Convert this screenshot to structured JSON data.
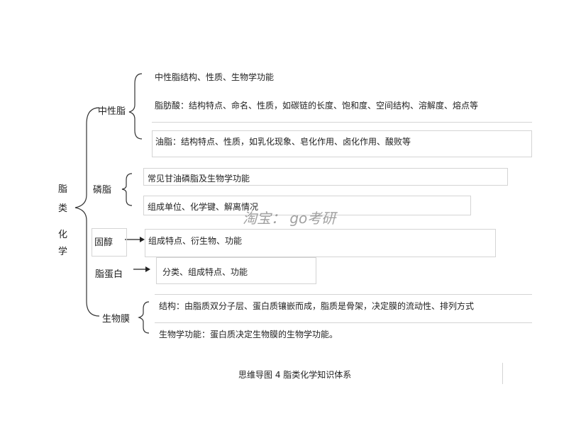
{
  "root": {
    "chars": [
      "脂",
      "类",
      "化",
      "学"
    ]
  },
  "categories": [
    {
      "label": "中性脂",
      "items": [
        "中性脂结构、性质、生物学功能",
        "脂肪酸：结构特点、命名、性质，如碳链的长度、饱和度、空间结构、溶解度、熔点等",
        "油脂：结构特点、性质，如乳化现象、皂化作用、卤化作用、酸败等"
      ]
    },
    {
      "label": "磷脂",
      "items": [
        "常见甘油磷脂及生物学功能",
        "组成单位、化学键、解离情况"
      ]
    },
    {
      "label": "固醇",
      "items": [
        "组成特点、衍生物、功能"
      ]
    },
    {
      "label": "脂蛋白",
      "items": [
        "分类、组成特点、功能"
      ]
    },
    {
      "label": "生物膜",
      "items": [
        "结构：由脂质双分子层、蛋白质镶嵌而成，脂质是骨架，决定膜的流动性、排列方式",
        "生物学功能：蛋白质决定生物膜的生物学功能。"
      ]
    }
  ],
  "caption": "思维导图  4   脂类化学知识体系",
  "watermark": "淘宝：  go考研"
}
